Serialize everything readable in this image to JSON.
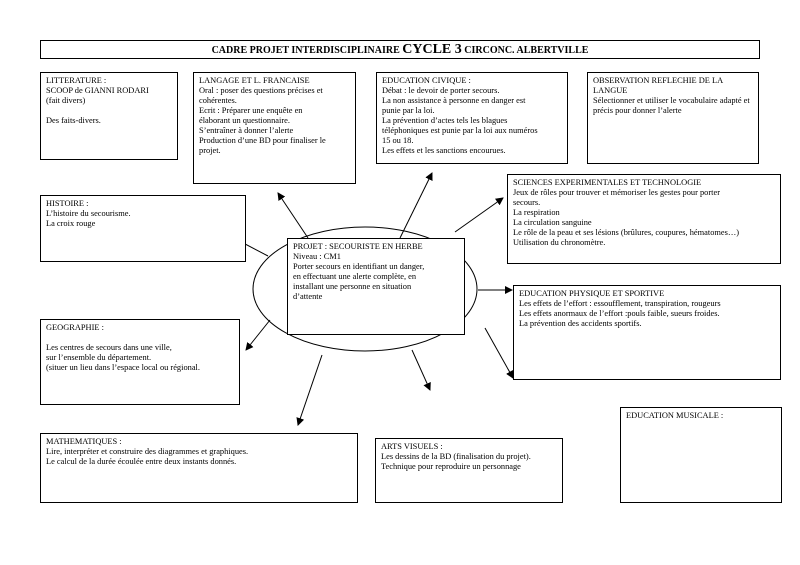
{
  "title": {
    "part1": "CADRE PROJET INTERDISCIPLINAIRE ",
    "part2": "CYCLE 3",
    "part3": " CIRCONC. ALBERTVILLE"
  },
  "boxes": {
    "litterature": {
      "lines": [
        "LITTERATURE :",
        "SCOOP de GIANNI RODARI",
        "(fait divers)",
        "",
        "Des faits-divers."
      ]
    },
    "langage": {
      "lines": [
        "LANGAGE ET L. FRANCAISE",
        "Oral : poser des questions précises et",
        "cohérentes.",
        "Ecrit : Préparer une enquête en",
        "élaborant un questionnaire.",
        "S’entraîner à donner l’alerte",
        "Production d’une BD pour finaliser le",
        "projet."
      ]
    },
    "civique": {
      "lines": [
        "EDUCATION CIVIQUE :",
        "Débat : le devoir de porter secours.",
        "La non assistance à personne en danger est",
        "punie par la loi.",
        "La prévention d’actes tels les blagues",
        "téléphoniques est punie par la loi aux numéros",
        "15 ou 18.",
        "Les effets et les sanctions encourues."
      ]
    },
    "observation": {
      "lines": [
        "OBSERVATION REFLECHIE DE LA",
        "LANGUE",
        "Sélectionner et utiliser le vocabulaire adapté et",
        "précis pour donner l’alerte"
      ]
    },
    "histoire": {
      "lines": [
        "HISTOIRE :",
        "L’histoire du secourisme.",
        "La croix rouge"
      ]
    },
    "sciences": {
      "lines": [
        "SCIENCES EXPERIMENTALES ET TECHNOLOGIE",
        "Jeux de rôles pour trouver et mémoriser les gestes pour porter",
        "secours.",
        "La respiration",
        "La circulation sanguine",
        "Le rôle de la peau et ses lésions (brûlures, coupures, hématomes…)",
        "Utilisation du chronomètre."
      ]
    },
    "projet": {
      "lines": [
        "PROJET : SECOURISTE EN HERBE",
        "Niveau : CM1",
        "Porter secours en identifiant un danger,",
        "en effectuant une alerte complète, en",
        "installant une personne en situation",
        "d’attente"
      ]
    },
    "eps": {
      "lines": [
        "EDUCATION PHYSIQUE ET SPORTIVE",
        "Les effets de l’effort : essoufflement, transpiration, rougeurs",
        "Les effets anormaux de l’effort :pouls faible, sueurs froides.",
        "La prévention des accidents sportifs."
      ]
    },
    "geographie": {
      "lines": [
        "GEOGRAPHIE :",
        "",
        "Les centres de secours dans une ville,",
        "sur l’ensemble du département.",
        "(situer un lieu dans l’espace local ou régional."
      ]
    },
    "musicale": {
      "lines": [
        "EDUCATION MUSICALE :"
      ]
    },
    "mathematiques": {
      "lines": [
        "MATHEMATIQUES :",
        "Lire, interpréter et construire des diagrammes et graphiques.",
        "Le calcul de la durée écoulée entre deux instants donnés."
      ]
    },
    "arts": {
      "lines": [
        "ARTS VISUELS :",
        "Les dessins de la BD (finalisation du projet).",
        "Technique pour reproduire un personnage"
      ]
    }
  }
}
